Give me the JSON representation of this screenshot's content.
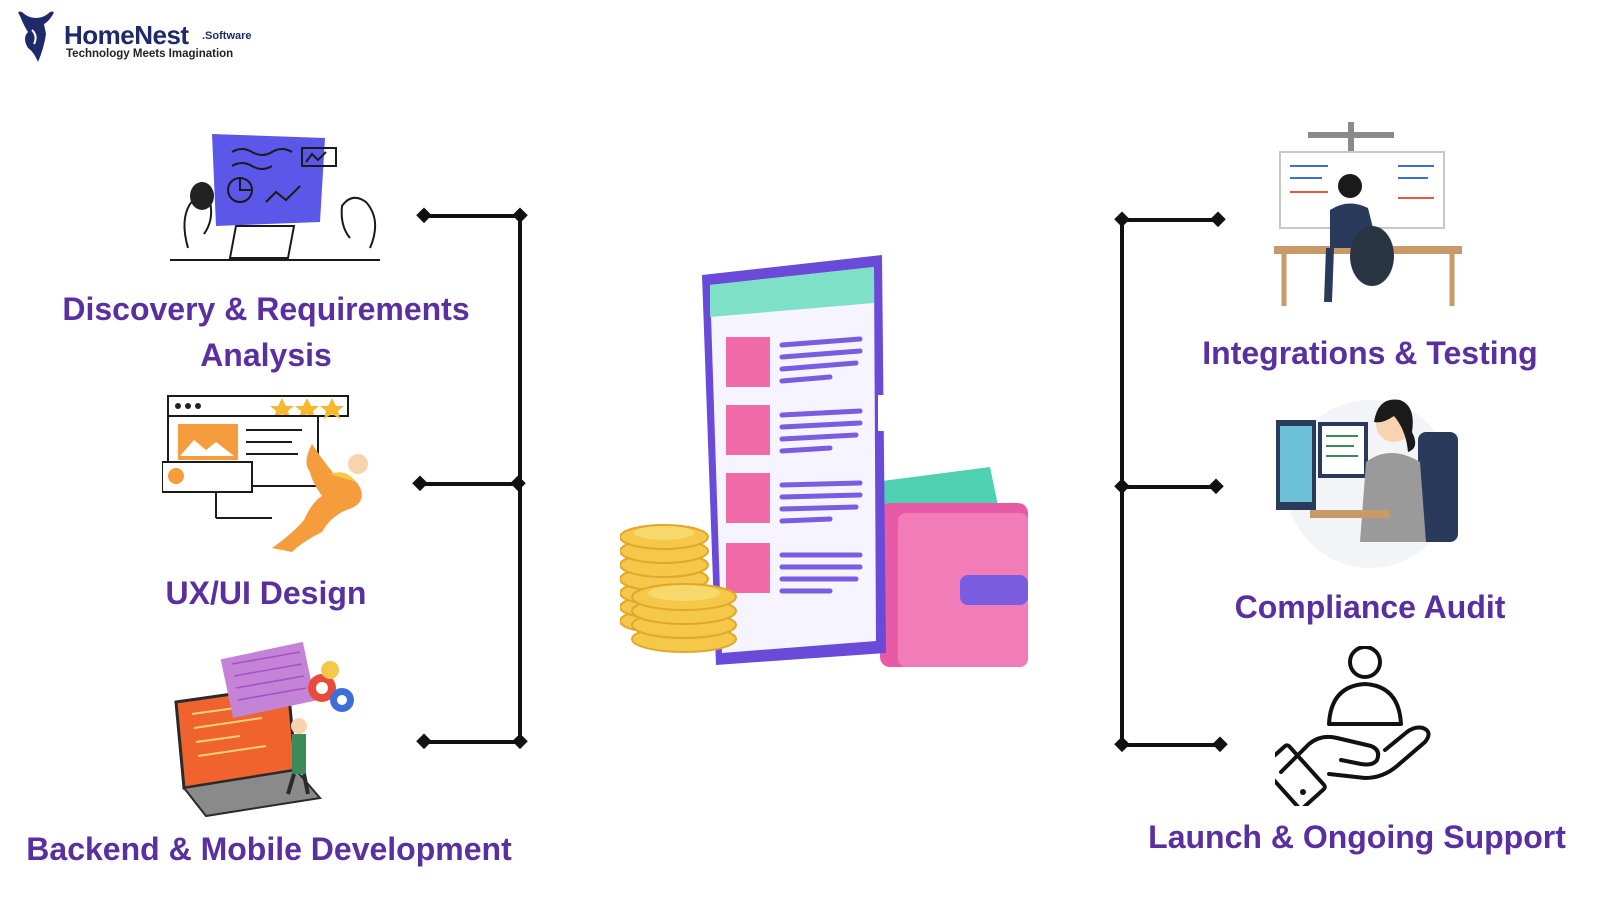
{
  "brand": {
    "name": "HomeNest",
    "suffix": ".Software",
    "tagline": "Technology Meets Imagination",
    "color": "#1f2a6b"
  },
  "colors": {
    "label": "#5a2fa0",
    "connector": "#111111",
    "phone_frame": "#7a5ce0",
    "phone_header": "#7fe0c8",
    "block": "#f06aa8",
    "line": "#7a5ce0",
    "coin": "#f5c84a",
    "wallet": "#e85aa6"
  },
  "steps_left": [
    {
      "label_line1": "Discovery & Requirements",
      "label_line2": "Analysis",
      "icon": "discovery-illustration"
    },
    {
      "label_line1": "UX/UI Design",
      "label_line2": "",
      "icon": "design-illustration"
    },
    {
      "label_line1": "Backend & Mobile Development",
      "label_line2": "",
      "icon": "development-illustration"
    }
  ],
  "steps_right": [
    {
      "label_line1": "Integrations & Testing",
      "icon": "testing-illustration"
    },
    {
      "label_line1": "Compliance Audit",
      "icon": "audit-illustration"
    },
    {
      "label_line1": "Launch & Ongoing Support",
      "icon": "support-hand-icon"
    }
  ],
  "center": {
    "icon": "mobile-wallet-illustration"
  }
}
